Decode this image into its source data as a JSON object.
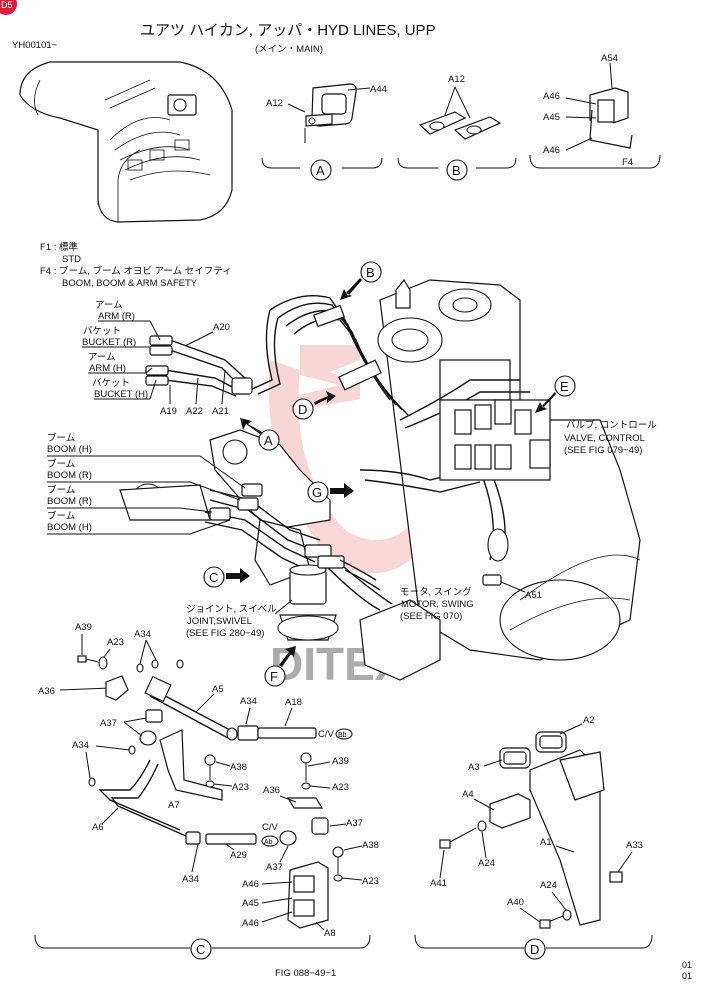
{
  "header": {
    "title": "ユアツ ハイカン, アッパ・HYD LINES, UPP",
    "subtitle": "(メイン・MAIN)",
    "code": "YH00101−",
    "page_badge": "D5"
  },
  "footer": {
    "fig": "FIG 088−49−1",
    "rev_top": "01",
    "rev_bottom": "01"
  },
  "notes": {
    "f1_jp": "F1 : 標準",
    "f1_en": "STD",
    "f4_jp": "F4 : ブーム, ブーム オヨビ アーム セイフティ",
    "f4_en": "BOOM, BOOM & ARM SAFETY"
  },
  "callouts": {
    "a": "A",
    "b": "B",
    "c": "C",
    "d": "D",
    "e": "E",
    "f": "F",
    "g": "G"
  },
  "detail_a": {
    "a12": "A12",
    "a44": "A44"
  },
  "detail_b": {
    "a12": "A12"
  },
  "detail_f4": {
    "a54": "A54",
    "a46_top": "A46",
    "a45": "A45",
    "a46_bot": "A46",
    "f4": "F4"
  },
  "hose_labels": {
    "arm_r_jp": "アーム",
    "arm_r_en": "ARM (R)",
    "bucket_r_jp": "バケット",
    "bucket_r_en": "BUCKET (R)",
    "arm_h_jp": "アーム",
    "arm_h_en": "ARM (H)",
    "bucket_h_jp": "バケット",
    "bucket_h_en": "BUCKET (H)",
    "a20": "A20",
    "a19": "A19",
    "a22": "A22",
    "a21": "A21"
  },
  "boom_labels": {
    "b1_jp": "ブーム",
    "b1_en": "BOOM (H)",
    "b2_jp": "ブーム",
    "b2_en": "BOOM (R)",
    "b3_jp": "ブーム",
    "b3_en": "BOOM (R)",
    "b4_jp": "ブーム",
    "b4_en": "BOOM (H)"
  },
  "component_labels": {
    "valve_jp": "バルブ, コントロール",
    "valve_en": "VALVE, CONTROL",
    "valve_ref": "(SEE FIG 079−49)",
    "joint_jp": "ジョイント, スイベル",
    "joint_en": "JOINT,SWIVEL",
    "joint_ref": "(SEE FIG 280−49)",
    "motor_jp": "モータ, スイング",
    "motor_en": "MOTOR, SWING",
    "motor_ref": "(SEE FIG 070)",
    "a51": "A51"
  },
  "detail_c": {
    "a39": "A39",
    "a23_1": "A23",
    "a34_1": "A34",
    "a36_1": "A36",
    "a37_1": "A37",
    "a5": "A5",
    "a34_2": "A34",
    "a18": "A18",
    "cv_bb": "C/V",
    "a34_3": "A34",
    "a38_1": "A38",
    "a39_2": "A39",
    "a23_2": "A23",
    "a7": "A7",
    "a6": "A6",
    "a36_2": "A36",
    "a23_3": "A23",
    "a37_2": "A37",
    "cv_ab": "C/V",
    "a34_4": "A34",
    "a29": "A29",
    "a37_3": "A37",
    "a38_2": "A38",
    "a23_4": "A23",
    "a46_1": "A46",
    "a45": "A45",
    "a46_2": "A46",
    "a8": "A8",
    "label": "C",
    "port_bb": "Bb",
    "port_ab": "Ab"
  },
  "detail_d": {
    "a2": "A2",
    "a3": "A3",
    "a4": "A4",
    "a24_1": "A24",
    "a41": "A41",
    "a1": "A1",
    "a33": "A33",
    "a24_2": "A24",
    "a40": "A40",
    "label": "D"
  }
}
